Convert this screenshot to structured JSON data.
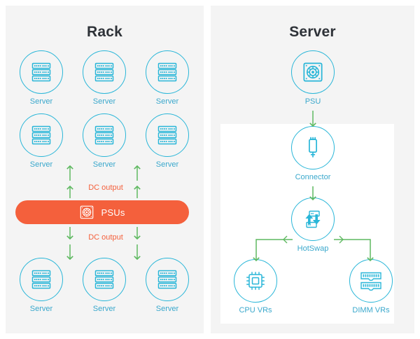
{
  "panels": [
    {
      "id": "rack",
      "title": "Rack"
    },
    {
      "id": "server",
      "title": "Server"
    }
  ],
  "colors": {
    "panel_bg": "#f4f4f4",
    "page_bg": "#ffffff",
    "accent_cyan": "#29b6d8",
    "label_cyan": "#3aa8cc",
    "orange": "#f4603c",
    "green": "#5fb961",
    "title": "#2e3238"
  },
  "rack": {
    "title": "Rack",
    "servers_top": [
      {
        "label": "Server",
        "icon": "server-rack-icon"
      },
      {
        "label": "Server",
        "icon": "server-rack-icon"
      },
      {
        "label": "Server",
        "icon": "server-rack-icon"
      }
    ],
    "servers_middle": [
      {
        "label": "Server",
        "icon": "server-rack-icon"
      },
      {
        "label": "Server",
        "icon": "server-rack-icon"
      },
      {
        "label": "Server",
        "icon": "server-rack-icon"
      }
    ],
    "servers_bottom": [
      {
        "label": "Server",
        "icon": "server-rack-icon"
      },
      {
        "label": "Server",
        "icon": "server-rack-icon"
      },
      {
        "label": "Server",
        "icon": "server-rack-icon"
      }
    ],
    "psu_bar": {
      "label": "PSUs",
      "icon": "psu-fan-icon"
    },
    "flow_up_label": "DC output",
    "flow_down_label": "DC output"
  },
  "server": {
    "title": "Server",
    "nodes": [
      {
        "id": "psu",
        "label": "PSU",
        "icon": "psu-fan-icon"
      },
      {
        "id": "connector",
        "label": "Connector",
        "icon": "connector-plug-icon"
      },
      {
        "id": "hotswap",
        "label": "HotSwap",
        "icon": "hotswap-arrows-icon"
      },
      {
        "id": "cpu-vrs",
        "label": "CPU VRs",
        "icon": "cpu-chip-icon"
      },
      {
        "id": "dimm-vrs",
        "label": "DIMM VRs",
        "icon": "dimm-memory-icon"
      }
    ]
  }
}
